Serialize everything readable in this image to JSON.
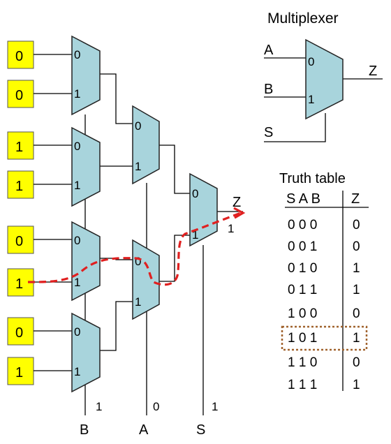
{
  "title": "Multiplexer",
  "legend_mux": {
    "input_a": "A",
    "input_b": "B",
    "select": "S",
    "output": "Z",
    "port0": "0",
    "port1": "1"
  },
  "inputs": [
    "0",
    "0",
    "1",
    "1",
    "0",
    "1",
    "0",
    "1"
  ],
  "mux_ports": {
    "zero": "0",
    "one": "1"
  },
  "selects": {
    "b": {
      "name": "B",
      "value": "1"
    },
    "a": {
      "name": "A",
      "value": "0"
    },
    "s": {
      "name": "S",
      "value": "1"
    }
  },
  "output": {
    "name": "Z",
    "value": "1"
  },
  "truth_table": {
    "title": "Truth table",
    "header_inputs": "S A B",
    "header_output": "Z",
    "rows": [
      {
        "inputs": "0 0 0",
        "z": "0"
      },
      {
        "inputs": "0 0 1",
        "z": "0"
      },
      {
        "inputs": "0 1 0",
        "z": "1"
      },
      {
        "inputs": "0 1 1",
        "z": "1"
      },
      {
        "inputs": "1 0 0",
        "z": "0"
      },
      {
        "inputs": "1 0 1",
        "z": "1"
      },
      {
        "inputs": "1 1 0",
        "z": "0"
      },
      {
        "inputs": "1 1 1",
        "z": "1"
      }
    ],
    "highlighted_row": 5
  },
  "colors": {
    "mux_fill": "#a8d4dc",
    "input_box": "#ffff00",
    "signal_path": "#e02020",
    "highlight_box": "#a0622d"
  }
}
